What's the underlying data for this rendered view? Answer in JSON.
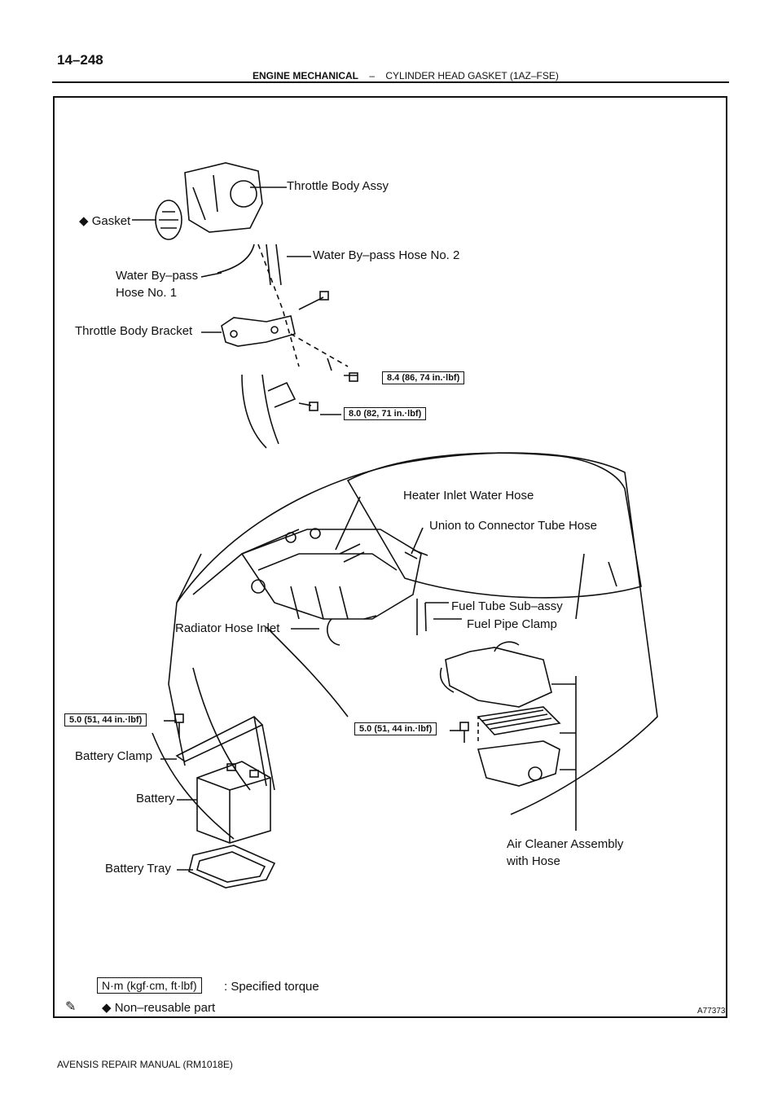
{
  "header": {
    "page_number": "14–248",
    "section_bold": "ENGINE MECHANICAL",
    "separator": "–",
    "section_title": "CYLINDER HEAD GASKET (1AZ–FSE)"
  },
  "parts": {
    "throttle_body_assy": "Throttle Body Assy",
    "gasket": "Gasket",
    "water_bypass_hose_2": "Water By–pass Hose No. 2",
    "water_bypass_hose_1_line1": "Water By–pass",
    "water_bypass_hose_1_line2": "Hose No. 1",
    "throttle_body_bracket": "Throttle Body Bracket",
    "heater_inlet_water_hose": "Heater Inlet Water Hose",
    "union_connector_tube_hose": "Union to Connector Tube Hose",
    "fuel_tube_subassy": "Fuel Tube Sub–assy",
    "radiator_hose_inlet": "Radiator Hose Inlet",
    "fuel_pipe_clamp": "Fuel Pipe Clamp",
    "battery_clamp": "Battery Clamp",
    "battery": "Battery",
    "battery_tray": "Battery Tray",
    "air_cleaner_line1": "Air Cleaner Assembly",
    "air_cleaner_line2": "with Hose"
  },
  "torques": {
    "t1": "8.4 (86, 74 in.·lbf)",
    "t2": "8.0 (82, 71 in.·lbf)",
    "t3": "5.0 (51, 44 in.·lbf)",
    "t4": "5.0 (51, 44 in.·lbf)"
  },
  "legend": {
    "unit_box": "N·m (kgf·cm, ft·lbf)",
    "unit_text": ": Specified torque",
    "nonreusable": "Non–reusable part"
  },
  "figure_id": "A77373",
  "footer": "AVENSIS REPAIR MANUAL   (RM1018E)"
}
